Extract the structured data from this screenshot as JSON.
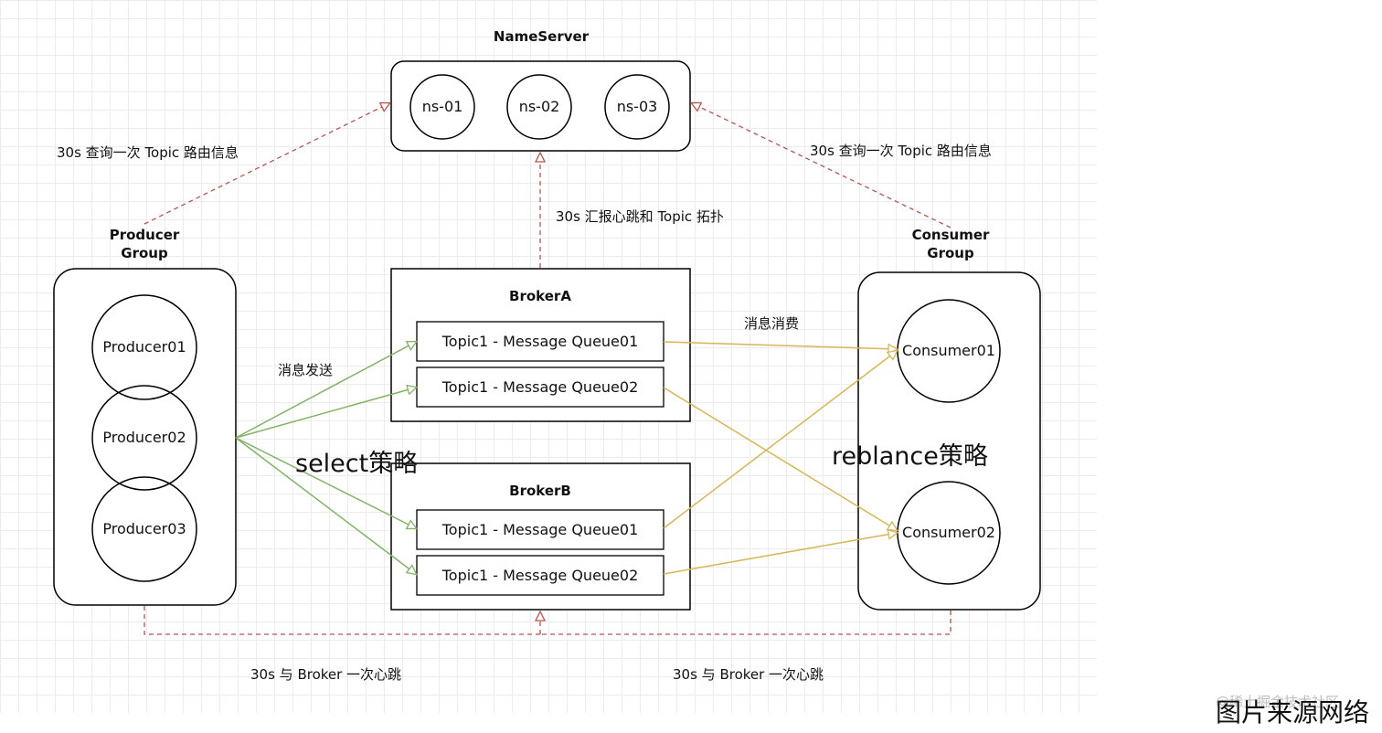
{
  "nameserver": {
    "title": "NameServer",
    "nodes": [
      "ns-01",
      "ns-02",
      "ns-03"
    ]
  },
  "producer_group": {
    "title_line1": "Producer",
    "title_line2": "Group",
    "nodes": [
      "Producer01",
      "Producer02",
      "Producer03"
    ]
  },
  "consumer_group": {
    "title_line1": "Consumer",
    "title_line2": "Group",
    "nodes": [
      "Consumer01",
      "Consumer02"
    ]
  },
  "broker_a": {
    "title": "BrokerA",
    "queues": [
      "Topic1 - Message Queue01",
      "Topic1 - Message Queue02"
    ]
  },
  "broker_b": {
    "title": "BrokerB",
    "queues": [
      "Topic1 - Message Queue01",
      "Topic1 - Message Queue02"
    ]
  },
  "labels": {
    "producer_route": "30s 查询一次 Topic 路由信息",
    "consumer_route": "30s 查询一次 Topic 路由信息",
    "broker_report": "30s 汇报心跳和 Topic 拓扑",
    "send": "消息发送",
    "consume": "消息消费",
    "select_strategy": "select策略",
    "rebalance_strategy": "reblance策略",
    "producer_heartbeat": "30s 与 Broker 一次心跳",
    "consumer_heartbeat": "30s 与 Broker 一次心跳"
  },
  "watermark": {
    "text": "图片来源网络",
    "faint": "@稀土掘金技术社区"
  },
  "colors": {
    "route_line": "#b85450",
    "send_line": "#82b366",
    "consume_line": "#d6b656",
    "stroke": "#000000"
  }
}
